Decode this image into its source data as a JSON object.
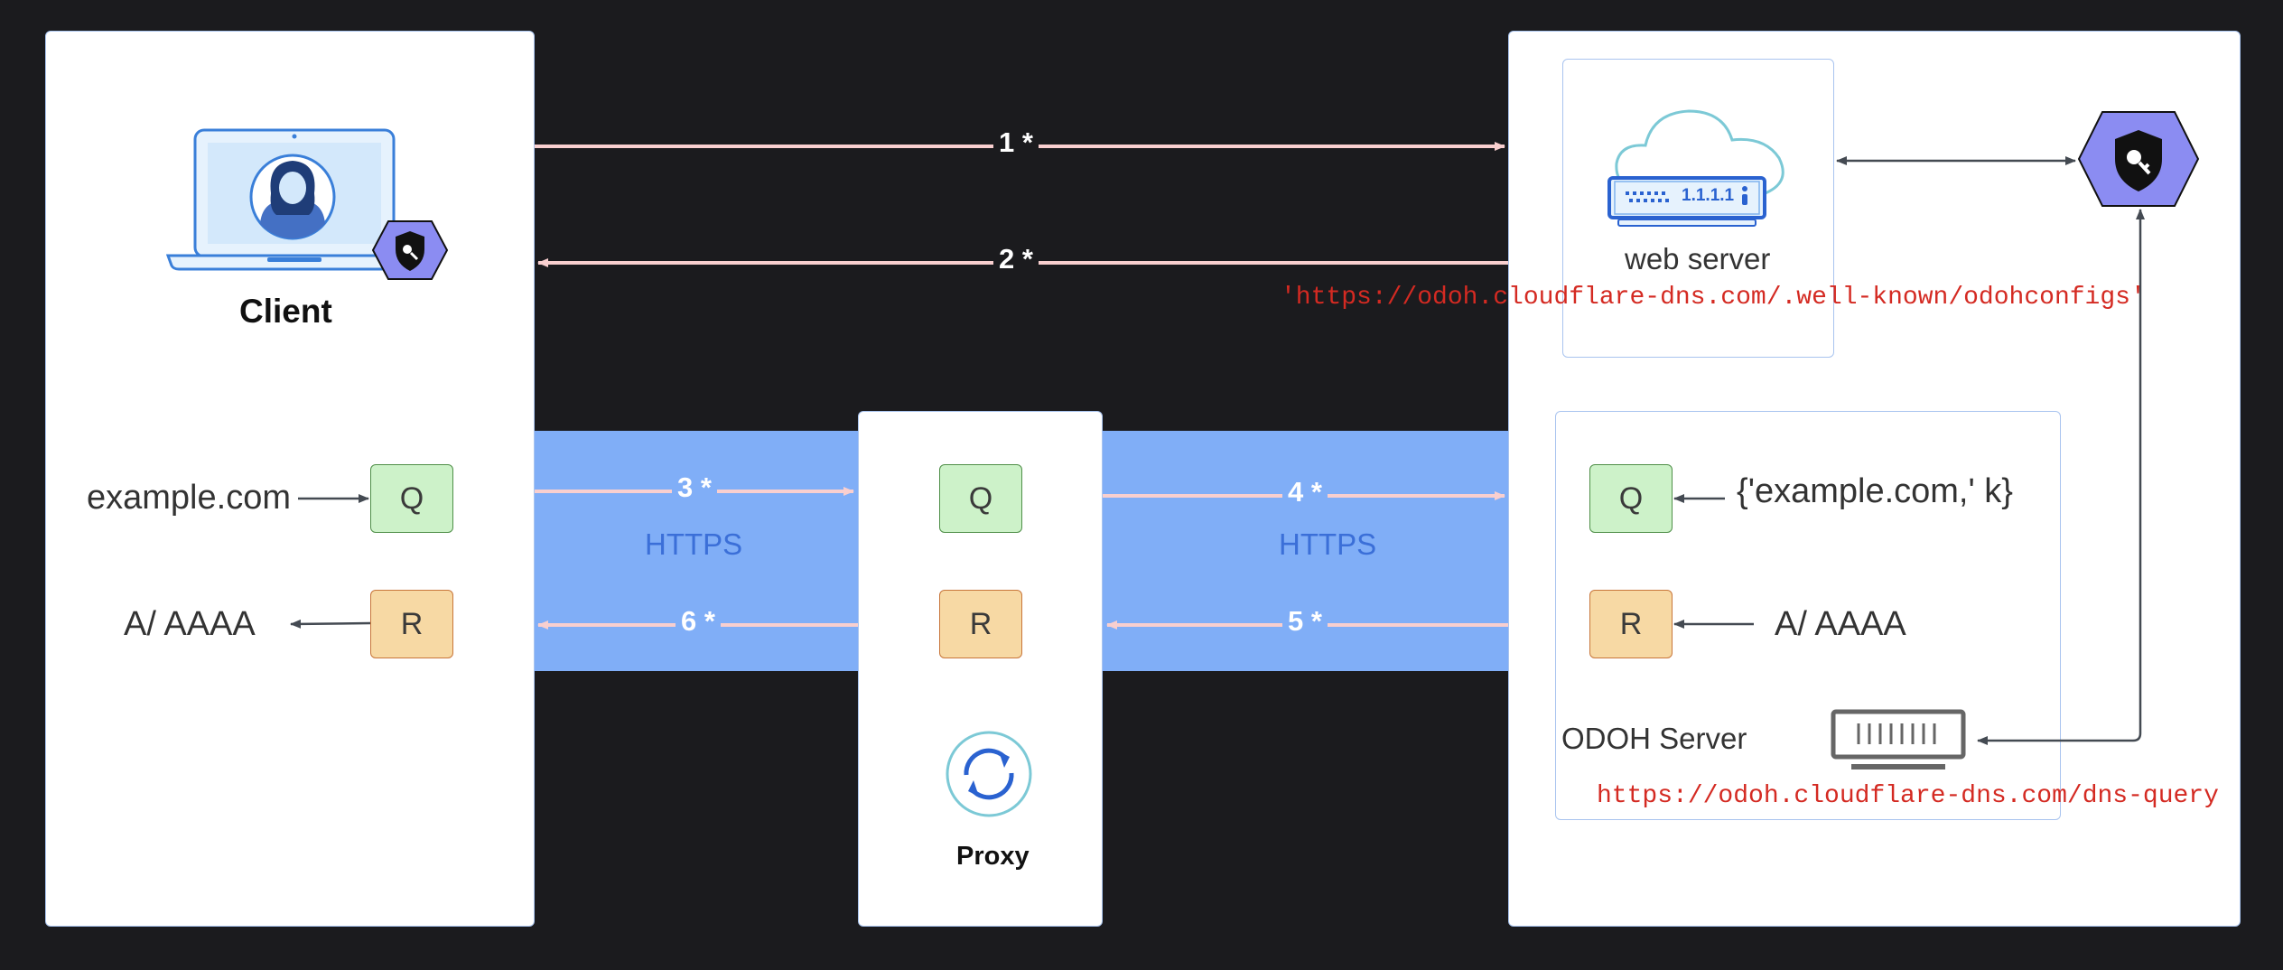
{
  "client": {
    "title": "Client",
    "query_input": "example.com",
    "response_output": "A/ AAAA"
  },
  "proxy": {
    "title": "Proxy"
  },
  "web_server": {
    "label": "web server",
    "resolver_ip": "1.1.1.1",
    "config_url": "'https://odoh.cloudflare-dns.com/.well-known/odohconfigs'"
  },
  "odoh_server": {
    "label": "ODOH Server",
    "query_payload": "{'example.com,' k}",
    "response_value": "A/ AAAA",
    "query_url": "https://odoh.cloudflare-dns.com/dns-query"
  },
  "boxes": {
    "query": "Q",
    "response": "R"
  },
  "arrows": {
    "step1": "1 *",
    "step2": "2 *",
    "step3": "3 *",
    "step4": "4 *",
    "step5": "5 *",
    "step6": "6 *"
  },
  "protocol": {
    "left": "HTTPS",
    "right": "HTTPS"
  },
  "colors": {
    "background": "#1b1b1e",
    "band": "#80aef7",
    "query_box": "#cdf2c9",
    "response_box": "#f7d9a4",
    "arrow_light": "#f9cfcf",
    "key_hexagon": "#8b8cf2",
    "url_red": "#d42a22",
    "https_blue": "#3b6fd8"
  },
  "icons": [
    "laptop-user-icon",
    "shield-key-icon",
    "cloud-server-icon",
    "sync-icon",
    "server-rack-icon"
  ]
}
